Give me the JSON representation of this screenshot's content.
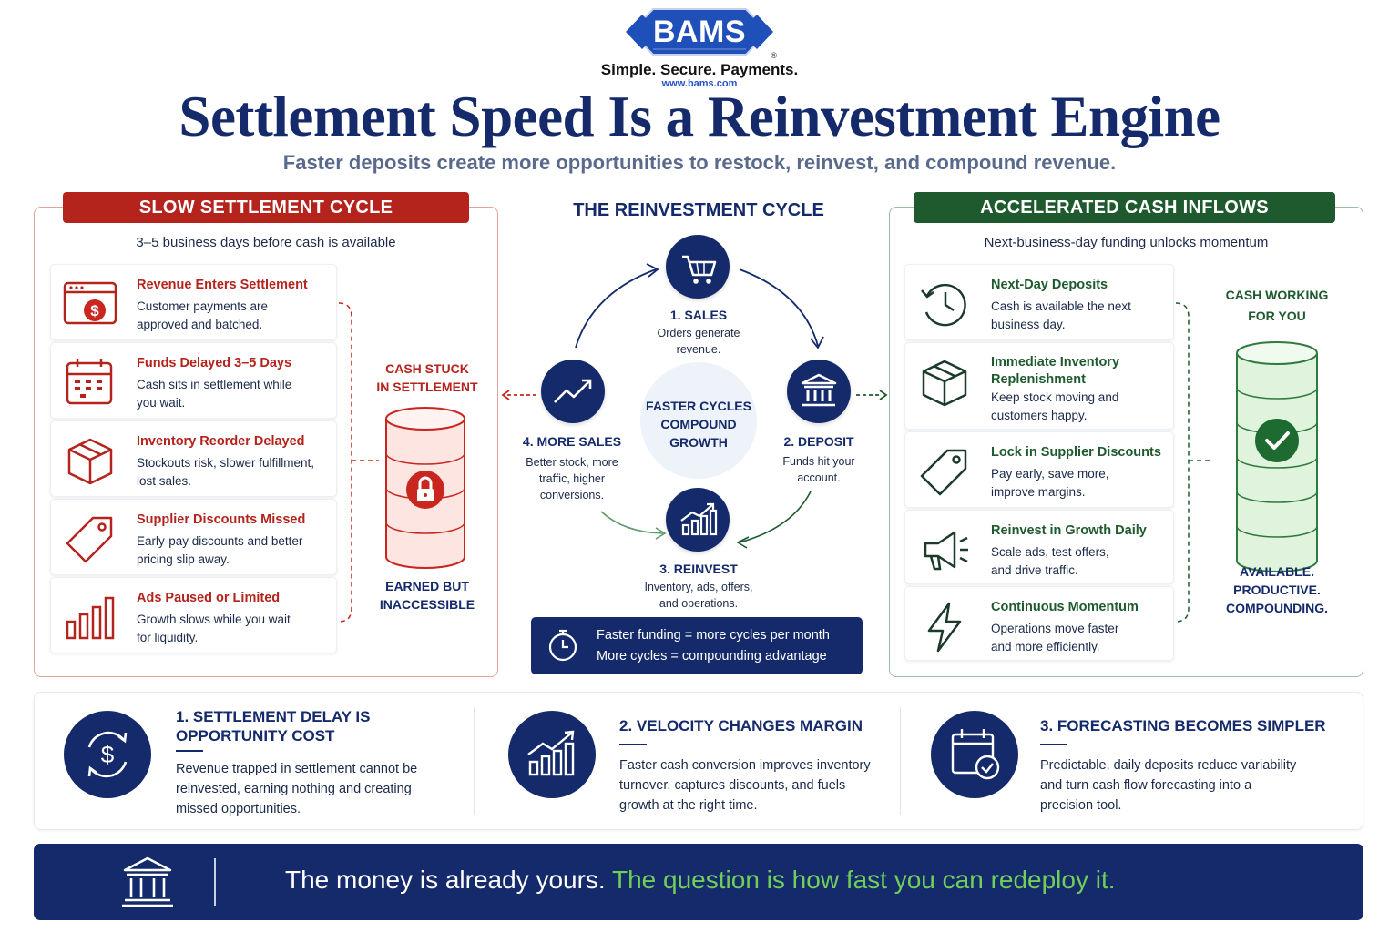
{
  "brand": {
    "logo_text": "BAMS",
    "registered_mark": "®",
    "tagline": "Simple. Secure. Payments.",
    "url": "www.bams.com"
  },
  "header": {
    "title": "Settlement Speed Is a Reinvestment Engine",
    "subtitle": "Faster deposits create more opportunities to restock, reinvest, and compound revenue."
  },
  "slow_panel": {
    "banner": "SLOW SETTLEMENT CYCLE",
    "subtitle": "3–5 business days before cash is available",
    "cards": [
      {
        "icon": "browser-dollar-icon",
        "title": "Revenue Enters Settlement",
        "line1": "Customer payments are",
        "line2": "approved and batched."
      },
      {
        "icon": "calendar-icon",
        "title": "Funds Delayed 3–5 Days",
        "line1": "Cash sits in settlement while",
        "line2": "you wait."
      },
      {
        "icon": "box-icon",
        "title": "Inventory Reorder Delayed",
        "line1": "Stockouts risk, slower fulfillment,",
        "line2": "lost sales."
      },
      {
        "icon": "tag-icon",
        "title": "Supplier Discounts Missed",
        "line1": "Early-pay discounts and better",
        "line2": "pricing slip away."
      },
      {
        "icon": "bar-chart-icon",
        "title": "Ads Paused or Limited",
        "line1": "Growth slows while you wait",
        "line2": "for liquidity."
      }
    ],
    "stuck_top1": "CASH STUCK",
    "stuck_top2": "IN SETTLEMENT",
    "stuck_bottom1": "EARNED BUT",
    "stuck_bottom2": "INACCESSIBLE"
  },
  "cycle": {
    "title": "THE REINVESTMENT CYCLE",
    "hub1": "FASTER CYCLES",
    "hub2": "COMPOUND",
    "hub3": "GROWTH",
    "steps": [
      {
        "title": "1. SALES",
        "line1": "Orders generate",
        "line2": "revenue.",
        "line3": ""
      },
      {
        "title": "2. DEPOSIT",
        "line1": "Funds hit your",
        "line2": "account.",
        "line3": ""
      },
      {
        "title": "3. REINVEST",
        "line1": "Inventory, ads, offers,",
        "line2": "and operations.",
        "line3": ""
      },
      {
        "title": "4. MORE SALES",
        "line1": "Better stock, more",
        "line2": "traffic, higher",
        "line3": "conversions."
      }
    ],
    "funding_line1": "Faster funding = more cycles per month",
    "funding_line2": "More cycles = compounding advantage"
  },
  "fast_panel": {
    "banner": "ACCELERATED CASH INFLOWS",
    "subtitle": "Next-business-day funding unlocks momentum",
    "cards": [
      {
        "icon": "clock-refresh-icon",
        "title1": "Next-Day Deposits",
        "title2": "",
        "line1": "Cash is available the next",
        "line2": "business day."
      },
      {
        "icon": "box-icon",
        "title1": "Immediate Inventory",
        "title2": "Replenishment",
        "line1": "Keep stock moving and",
        "line2": "customers happy."
      },
      {
        "icon": "tag-icon",
        "title1": "Lock in Supplier Discounts",
        "title2": "",
        "line1": "Pay early, save more,",
        "line2": "improve margins."
      },
      {
        "icon": "megaphone-icon",
        "title1": "Reinvest in Growth Daily",
        "title2": "",
        "line1": "Scale ads, test offers,",
        "line2": "and drive traffic."
      },
      {
        "icon": "lightning-icon",
        "title1": "Continuous Momentum",
        "title2": "",
        "line1": "Operations move faster",
        "line2": "and more efficiently."
      }
    ],
    "working_top1": "CASH WORKING",
    "working_top2": "FOR YOU",
    "working_bottom1": "AVAILABLE.",
    "working_bottom2": "PRODUCTIVE.",
    "working_bottom3": "COMPOUNDING."
  },
  "insights": [
    {
      "icon": "dollar-cycle-icon",
      "title1": "1. SETTLEMENT DELAY IS",
      "title2": "OPPORTUNITY COST",
      "line1": "Revenue trapped in settlement cannot be",
      "line2": "reinvested, earning nothing and creating",
      "line3": "missed opportunities."
    },
    {
      "icon": "growth-chart-icon",
      "title1": "2. VELOCITY CHANGES MARGIN",
      "title2": "",
      "line1": "Faster cash conversion improves inventory",
      "line2": "turnover, captures discounts, and fuels",
      "line3": "growth at the right time."
    },
    {
      "icon": "calendar-check-icon",
      "title1": "3. FORECASTING BECOMES SIMPLER",
      "title2": "",
      "line1": "Predictable, daily deposits reduce variability",
      "line2": "and turn cash flow forecasting into a",
      "line3": "precision tool."
    }
  ],
  "footer": {
    "text_main": "The money is already yours.",
    "text_highlight": "The question is how fast you can redeploy it."
  },
  "colors": {
    "navy": "#152a6b",
    "red": "#b5231d",
    "green": "#1e5a2e",
    "highlight_green": "#6fcf5a"
  }
}
